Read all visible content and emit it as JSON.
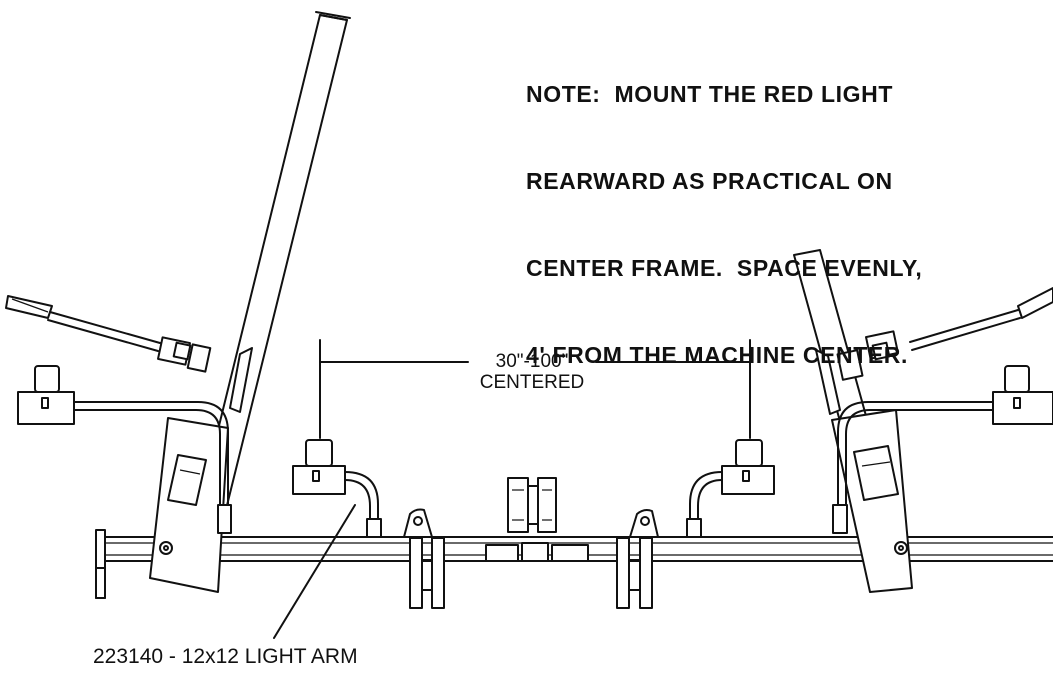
{
  "note": {
    "lines": [
      "NOTE:  MOUNT THE RED LIGHT",
      "REARWARD AS PRACTICAL ON",
      "CENTER FRAME.  SPACE EVENLY,",
      "4' FROM THE MACHINE CENTER."
    ]
  },
  "dimension": {
    "range": "30\"-100\"",
    "qualifier": "CENTERED"
  },
  "callout": {
    "part_label": "223140 - 12x12 LIGHT ARM"
  }
}
